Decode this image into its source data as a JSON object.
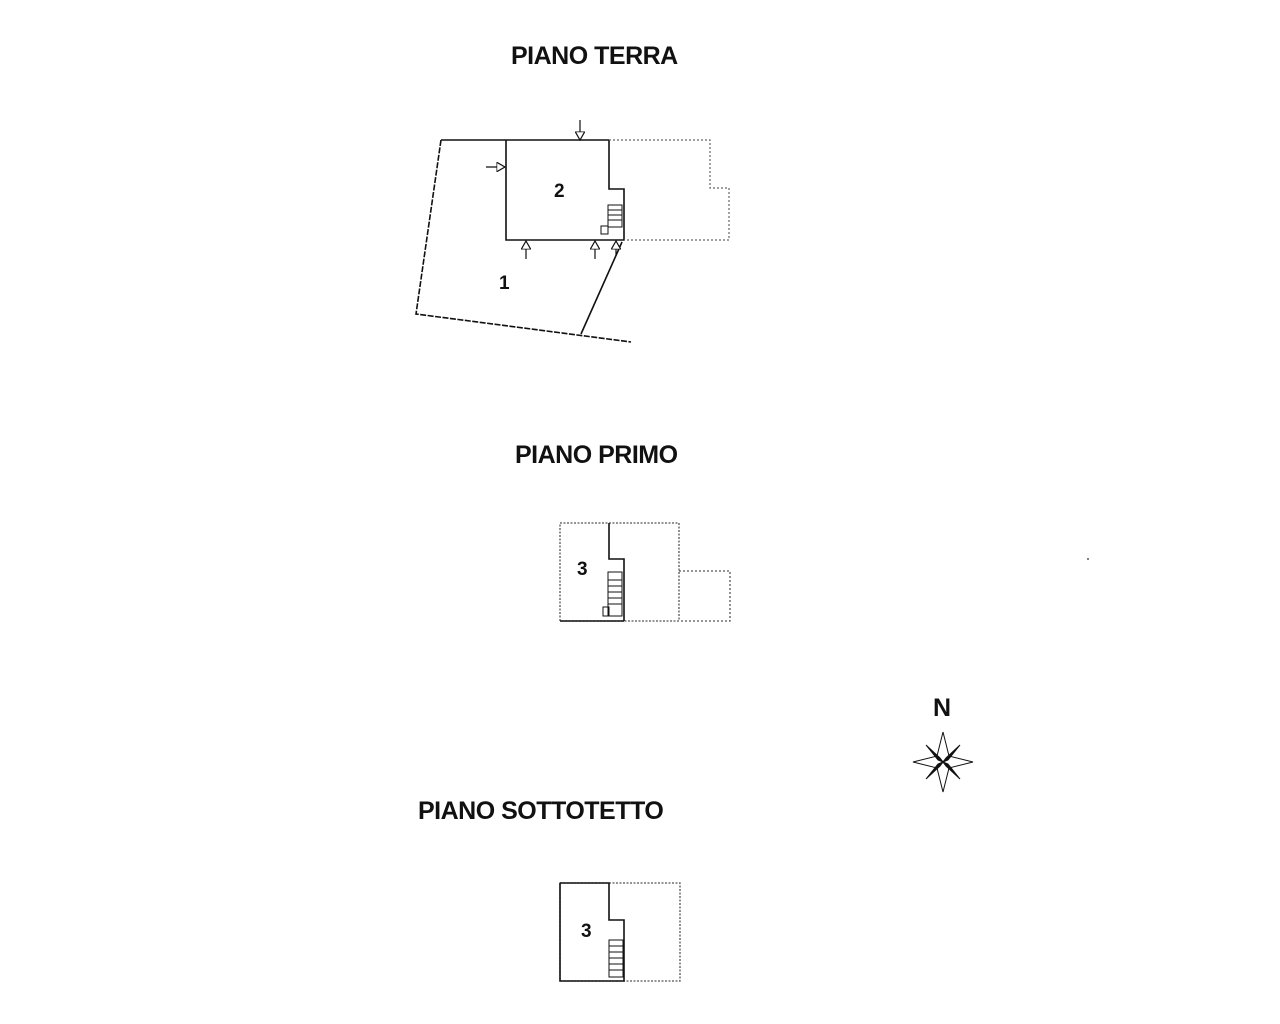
{
  "floors": [
    {
      "title": "PIANO TERRA",
      "rooms": [
        "1",
        "2"
      ]
    },
    {
      "title": "PIANO PRIMO",
      "rooms": [
        "3"
      ]
    },
    {
      "title": "PIANO SOTTOTETTO",
      "rooms": [
        "3"
      ]
    }
  ],
  "compass": {
    "label": "N"
  }
}
